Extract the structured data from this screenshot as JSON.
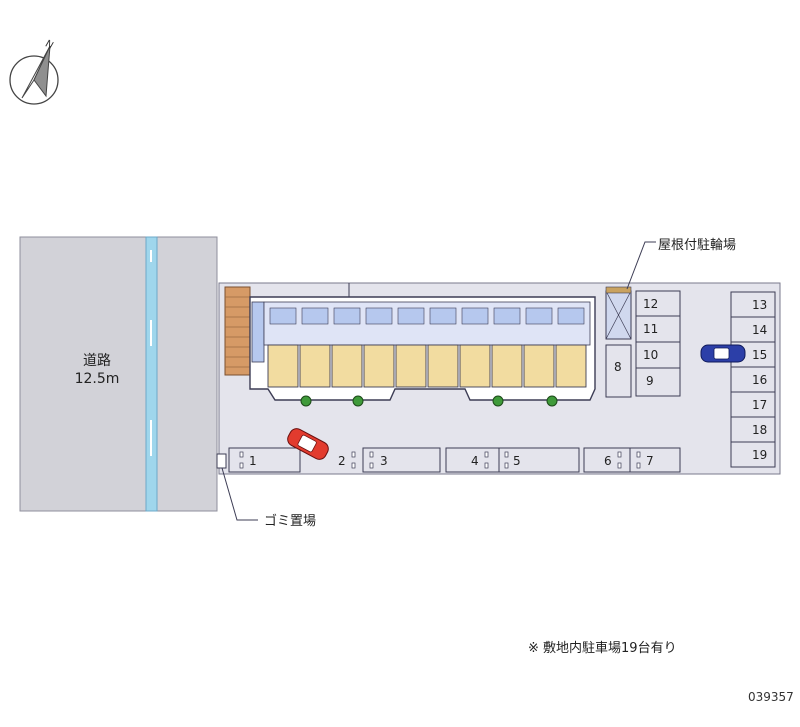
{
  "road": {
    "name": "道路",
    "width": "12.5m"
  },
  "labels": {
    "bike_parking": "屋根付駐輪場",
    "trash": "ゴミ置場",
    "note": "※ 敷地内駐車場19台有り",
    "plan_id": "039357"
  },
  "compass": {
    "north": "N"
  },
  "parking_spaces": [
    "1",
    "2",
    "3",
    "4",
    "5",
    "6",
    "7",
    "8",
    "9",
    "10",
    "11",
    "12",
    "13",
    "14",
    "15",
    "16",
    "17",
    "18",
    "19"
  ],
  "colors": {
    "road": "#d2d2d8",
    "lot": "#e4e4ec",
    "building": "#f2dca0",
    "stair": "#b6c8ee",
    "line": "#3d3d55",
    "brick": "#d69a66",
    "water": "#9fd6ec"
  }
}
